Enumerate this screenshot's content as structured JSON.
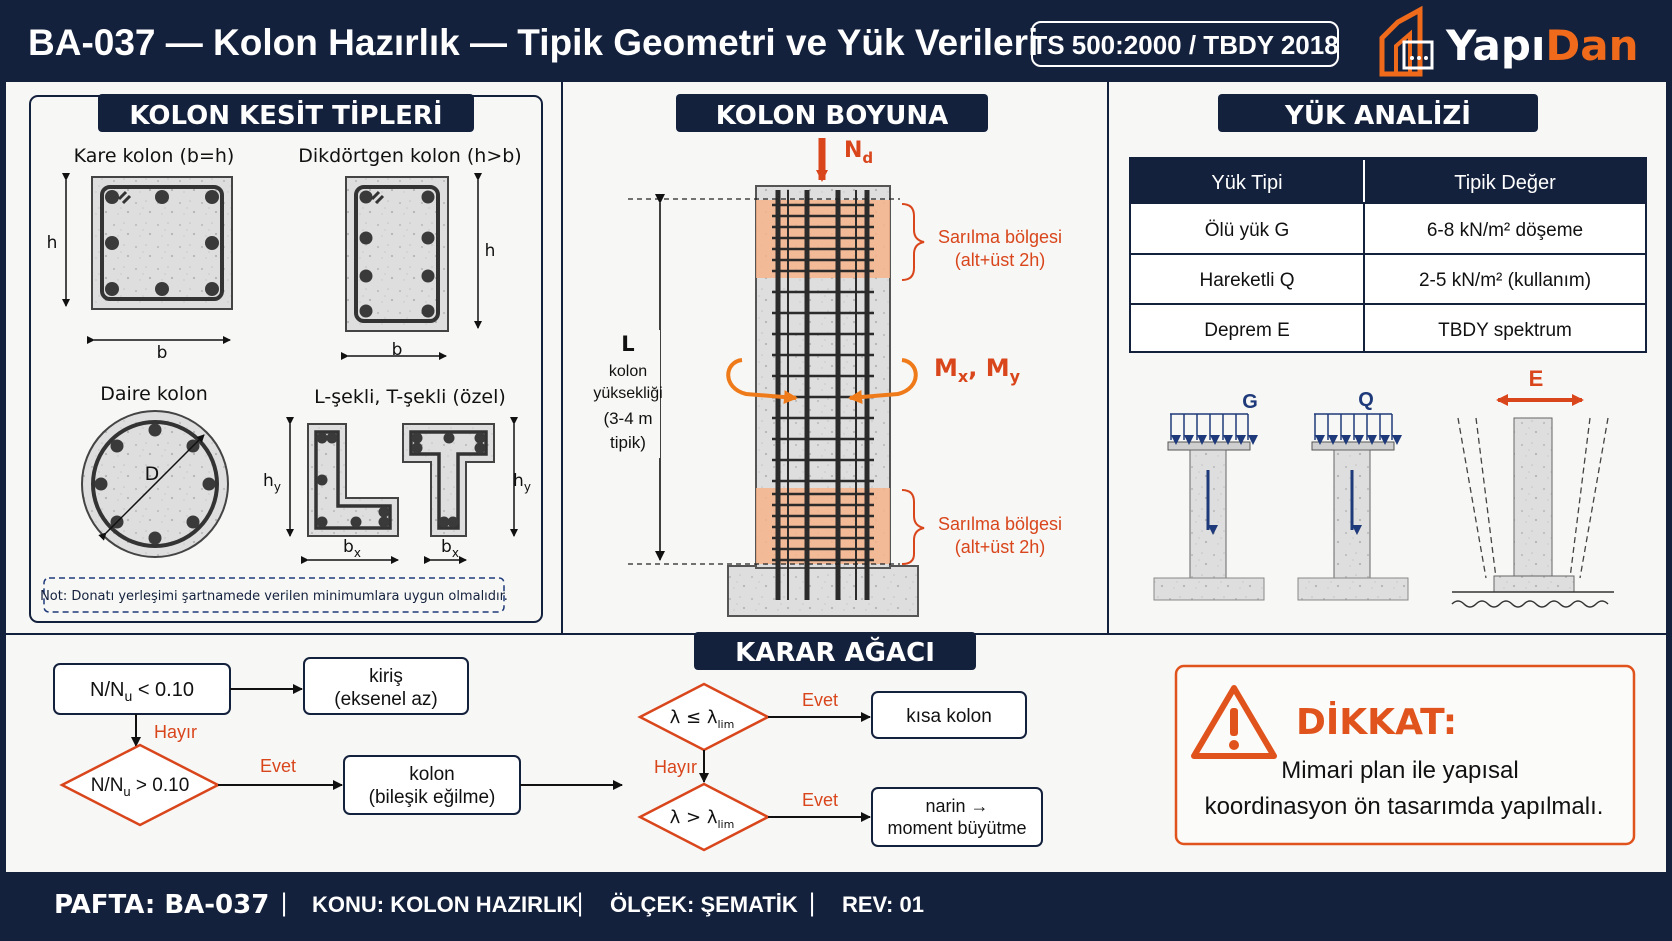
{
  "header": {
    "title": "BA-037 — Kolon Hazırlık — Tipik Geometri ve Yük Verileri",
    "standard_badge": "TS 500:2000 / TBDY 2018",
    "logo_text_a": "Yapı",
    "logo_text_b": "Dan"
  },
  "sections": {
    "sections_title": "KOLON KESİT TİPLERİ",
    "elevation_title": "KOLON BOYUNA",
    "load_title": "YÜK ANALİZİ",
    "decision_title": "KARAR AĞACI"
  },
  "sections_panel": {
    "square_label": "Kare kolon (b=h)",
    "rect_label": "Dikdörtgen kolon (h>b)",
    "circle_label": "Daire kolon",
    "lt_label": "L-şekli, T-şekli (özel)",
    "dim_h": "h",
    "dim_b": "b",
    "dim_D": "D",
    "dim_hy_base": "h",
    "dim_hy_sub": "y",
    "dim_bx_base": "b",
    "dim_bx_sub": "x",
    "note": "Not: Donatı yerleşimi şartnamede verilen minimumlara uygun olmalıdır."
  },
  "elevation_panel": {
    "axial_base": "N",
    "axial_sub": "d",
    "confine_top_line1": "Sarılma bölgesi",
    "confine_top_line2": "(alt+üst 2h)",
    "confine_bot_line1": "Sarılma bölgesi",
    "confine_bot_line2": "(alt+üst 2h)",
    "moment_label_mx": "M",
    "moment_sub_x": "x",
    "moment_sep": ", ",
    "moment_label_my": "M",
    "moment_sub_y": "y",
    "height_L": "L",
    "height_line1": "kolon",
    "height_line2": "yüksekliği",
    "height_line3": "(3-4 m",
    "height_line4": "tipik)"
  },
  "load_panel": {
    "table_headers": [
      "Yük Tipi",
      "Tipik Değer"
    ],
    "table_rows": [
      [
        "Ölü yük G",
        "6-8 kN/m² döşeme"
      ],
      [
        "Hareketli Q",
        "2-5 kN/m² (kullanım)"
      ],
      [
        "Deprem E",
        "TBDY spektrum"
      ]
    ],
    "load_G": "G",
    "load_Q": "Q",
    "load_E": "E"
  },
  "decision_tree": {
    "n1_text": "N/N",
    "n1_sub": "u",
    "n1_tail": " < 0.10",
    "n1_result_line1": "kiriş",
    "n1_result_line2": "(eksenel az)",
    "hayir_1": "Hayır",
    "n2_text": "N/N",
    "n2_sub": "u",
    "n2_tail": " > 0.10",
    "evet_1": "Evet",
    "n2_result_line1": "kolon",
    "n2_result_line2": "(bileşik eğilme)",
    "l1_text": "λ ≤ λ",
    "l1_sub": "lim",
    "evet_2": "Evet",
    "l1_result": "kısa kolon",
    "hayir_2": "Hayır",
    "l2_text": "λ > λ",
    "l2_sub": "lim",
    "evet_3": "Evet",
    "l2_result_line1": "narin →",
    "l2_result_line2": "moment büyütme"
  },
  "warning": {
    "title": "DİKKAT:",
    "line1": "Mimari plan ile yapısal",
    "line2": "koordinasyon ön tasarımda yapılmalı."
  },
  "footer": {
    "sheet": "PAFTA: BA-037",
    "subject": "KONU: KOLON HAZIRLIK",
    "scale": "ÖLÇEK: ŞEMATİK",
    "rev": "REV: 01",
    "sep": "|"
  },
  "colors": {
    "navy": "#14213d",
    "orange": "#e0531c",
    "confine": "#f7b48c",
    "concrete": "#dcdcdc",
    "paper": "#f7f7f5"
  }
}
